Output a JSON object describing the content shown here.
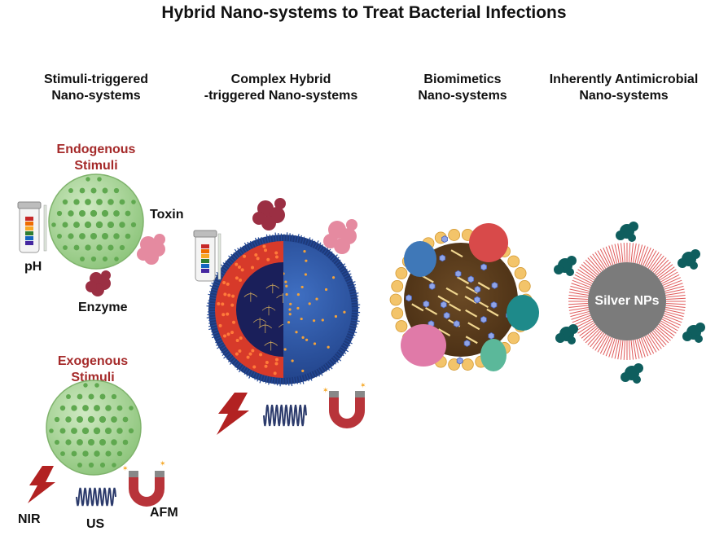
{
  "title": "Hybrid Nano-systems to Treat Bacterial Infections",
  "columns": [
    {
      "line1": "Stimuli-triggered",
      "line2": "Nano-systems"
    },
    {
      "line1": "Complex Hybrid",
      "line2": "-triggered Nano-systems"
    },
    {
      "line1": "Biomimetics",
      "line2": "Nano-systems"
    },
    {
      "line1": "Inherently Antimicrobial",
      "line2": "Nano-systems"
    }
  ],
  "endogenous": {
    "line1": "Endogenous",
    "line2": "Stimuli",
    "ph": "pH",
    "toxin": "Toxin",
    "enzyme": "Enzyme"
  },
  "exogenous": {
    "line1": "Exogenous",
    "line2": "Stimuli",
    "nir": "NIR",
    "us": "US",
    "afm": "AFM"
  },
  "silver": {
    "label": "Silver NPs"
  },
  "colors": {
    "sphere_green": "#9fd18b",
    "dot_green": "#5fa84f",
    "stimuli_red": "#a52a2a",
    "lightning": "#b22222",
    "magnet": "#b8343a",
    "wave": "#2b3a6b",
    "core_blue": "#2f5fb3",
    "silver": "#7b7b7b",
    "spike": "#e05a5a",
    "teal": "#0f5e5e"
  }
}
